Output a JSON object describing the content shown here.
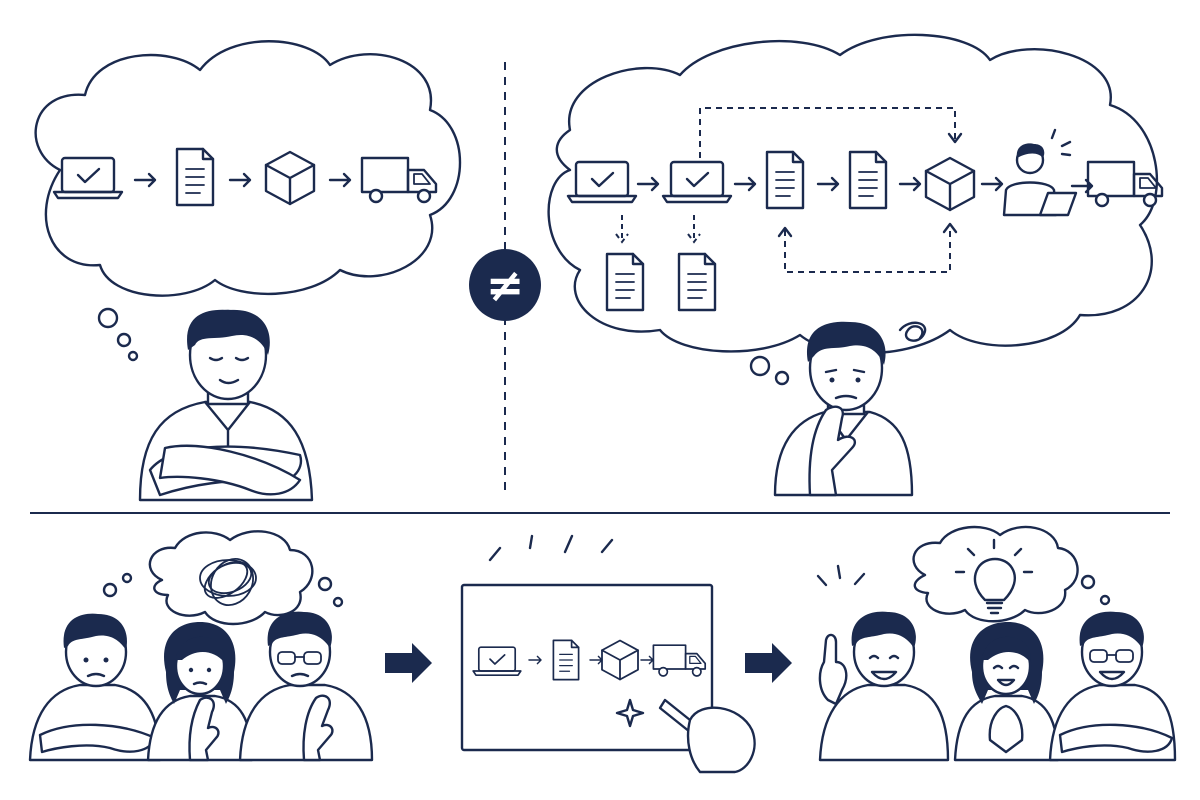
{
  "colors": {
    "ink": "#1b2a4e",
    "background": "#ffffff"
  },
  "symbols": {
    "not_equal": "≠"
  },
  "top_left": {
    "flow": [
      "laptop-check-icon",
      "document-icon",
      "box-icon",
      "truck-icon"
    ],
    "person": "man-arms-crossed-content"
  },
  "top_right": {
    "flow": [
      "laptop-check-icon",
      "laptop-check-icon",
      "document-icon",
      "document-icon",
      "box-icon",
      "worker-at-laptop-icon",
      "truck-icon"
    ],
    "side_outputs": [
      "document-icon",
      "document-icon"
    ],
    "person": "man-hand-on-chin-confused"
  },
  "bottom": {
    "group_before": [
      "man-arms-crossed-worried",
      "woman-hand-on-chin",
      "man-glasses-hand-on-chin"
    ],
    "thought_before": "tangled-lines-icon",
    "whiteboard_flow": [
      "laptop-check-icon",
      "document-icon",
      "box-icon",
      "truck-icon"
    ],
    "group_after": [
      "man-pointing-up-smiling",
      "woman-hands-clasped-smiling",
      "man-glasses-arms-crossed-smiling"
    ],
    "thought_after": "lightbulb-icon"
  }
}
